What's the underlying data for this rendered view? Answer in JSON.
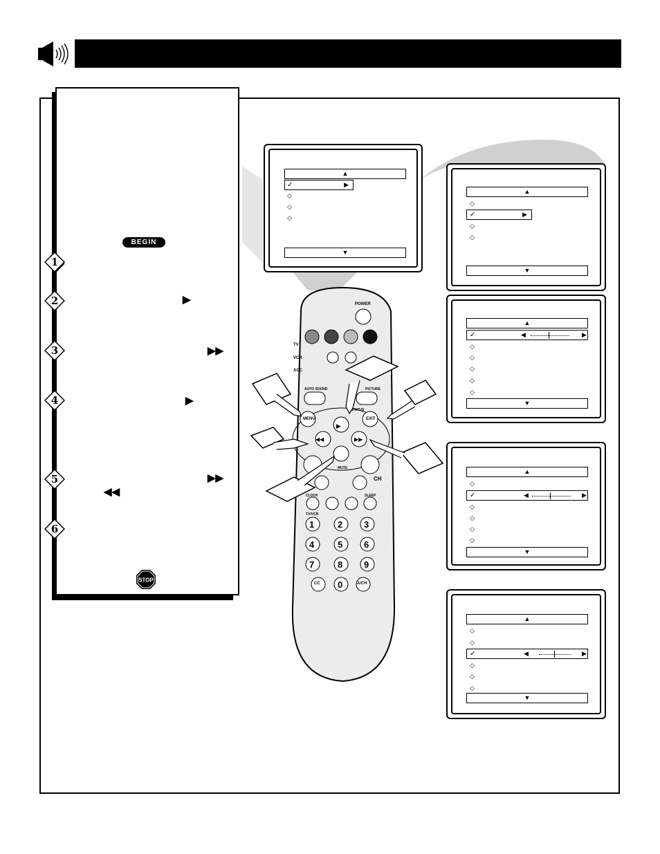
{
  "header": {
    "title": ""
  },
  "begin_label": "BEGIN",
  "stop_label": "STOP",
  "steps": [
    "1",
    "2",
    "3",
    "4",
    "5",
    "6"
  ],
  "step_symbols": {
    "play": "▶",
    "ff": "▶▶",
    "rew": "◀◀"
  },
  "remote": {
    "power": "POWER",
    "auto_sound": "AUTO SOUND",
    "picture": "PICTURE",
    "menu": "MENU",
    "status": "STATUS",
    "exit": "EXIT",
    "mute": "MUTE",
    "ch": "CH",
    "clock": "CLOCK",
    "sleep": "SLEEP",
    "tv_vcr": "TV/VCR",
    "mode_tv": "TV",
    "mode_vcr": "VCR",
    "mode_acc": "ACC",
    "keys": [
      "1",
      "2",
      "3",
      "4",
      "5",
      "6",
      "7",
      "8",
      "9",
      "CC",
      "0",
      "A/CH"
    ]
  },
  "menu_glyphs": {
    "up": "▲",
    "down": "▼",
    "right": "▶",
    "left": "◀",
    "check": "✓",
    "diamond": "◇"
  },
  "colors": {
    "ink": "#000000",
    "screen_gray": "#d0d0d0",
    "remote_body": "#ececec"
  }
}
